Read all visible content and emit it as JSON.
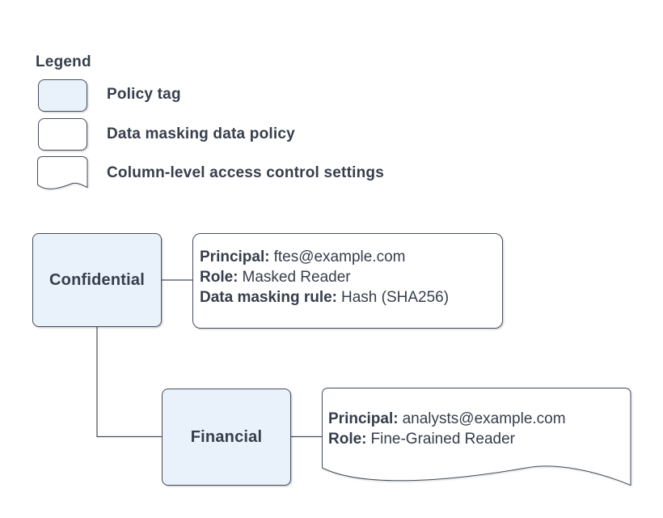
{
  "colors": {
    "background": "#ffffff",
    "policy_tag_fill": "#e9f1fb",
    "shape_fill": "#ffffff",
    "stroke": "#454e5c",
    "text": "#363e4b"
  },
  "legend": {
    "title": "Legend",
    "items": [
      {
        "id": "policy-tag",
        "label": "Policy tag"
      },
      {
        "id": "data-masking-data-policy",
        "label": "Data masking data policy"
      },
      {
        "id": "column-level-access-control-settings",
        "label": "Column-level access control settings"
      }
    ]
  },
  "diagram": {
    "policy_tags": {
      "confidential": {
        "label": "Confidential"
      },
      "financial": {
        "label": "Financial"
      }
    },
    "masking_policy": {
      "fields": [
        {
          "label": "Principal:",
          "value": "ftes@example.com"
        },
        {
          "label": "Role:",
          "value": "Masked Reader"
        },
        {
          "label": "Data masking rule:",
          "value": "Hash (SHA256)"
        }
      ]
    },
    "column_acl": {
      "fields": [
        {
          "label": "Principal:",
          "value": "analysts@example.com"
        },
        {
          "label": "Role:",
          "value": "Fine-Grained Reader"
        }
      ]
    }
  }
}
